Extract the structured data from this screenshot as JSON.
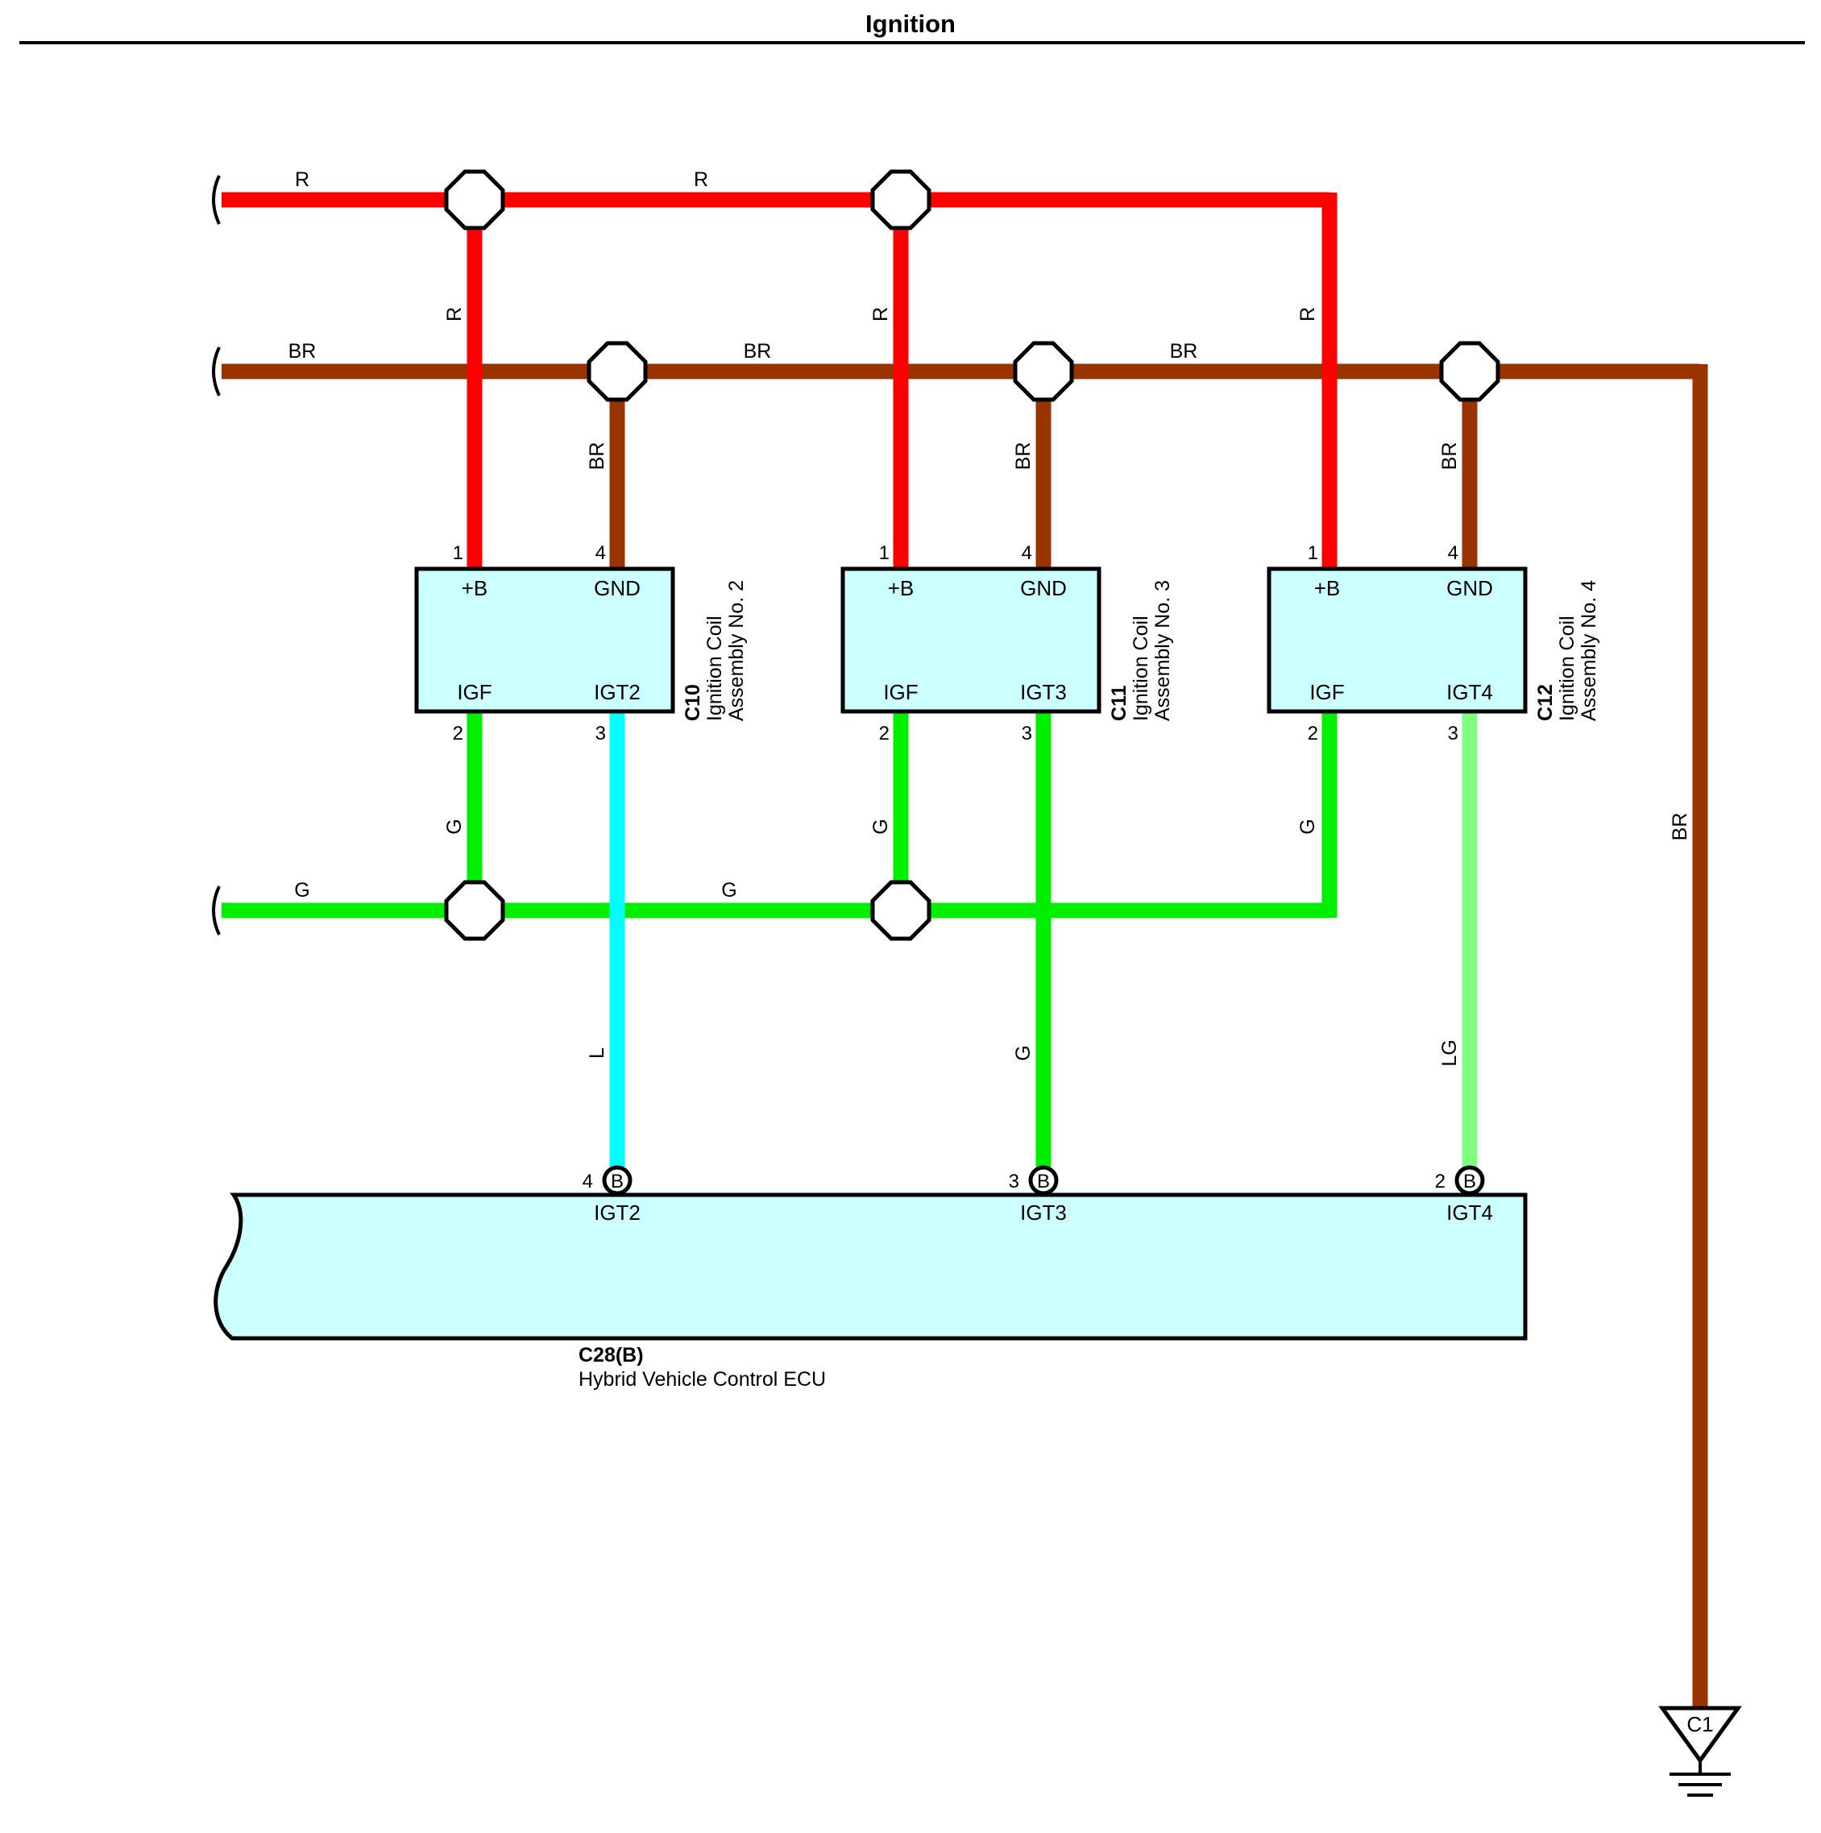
{
  "title": "Ignition",
  "colors": {
    "R": "#ff0000",
    "BR": "#993300",
    "G": "#00ee00",
    "L": "#00ffff",
    "LG": "#80ff80",
    "component_fill": "#ccffff"
  },
  "wires": {
    "top_r": "R",
    "top_r2": "R",
    "top_br": "BR",
    "top_br2": "BR",
    "top_br3": "BR",
    "g_bus": "G",
    "g_bus2": "G",
    "coil2_b": "R",
    "coil2_gnd": "BR",
    "coil2_igf": "G",
    "coil2_igt": "L",
    "coil3_b": "R",
    "coil3_gnd": "BR",
    "coil3_igf": "G",
    "coil3_igt": "G",
    "coil4_b": "R",
    "coil4_gnd": "BR",
    "coil4_igf": "G",
    "coil4_igt": "LG",
    "ground_br": "BR"
  },
  "coils": [
    {
      "id": "C10",
      "name_line1": "Ignition Coil",
      "name_line2": "Assembly No.  2",
      "terminals": {
        "b": "+B",
        "gnd": "GND",
        "igf": "IGF",
        "igt": "IGT2"
      },
      "pins": {
        "b": "1",
        "gnd": "4",
        "igf": "2",
        "igt": "3"
      }
    },
    {
      "id": "C11",
      "name_line1": "Ignition Coil",
      "name_line2": "Assembly No.  3",
      "terminals": {
        "b": "+B",
        "gnd": "GND",
        "igf": "IGF",
        "igt": "IGT3"
      },
      "pins": {
        "b": "1",
        "gnd": "4",
        "igf": "2",
        "igt": "3"
      }
    },
    {
      "id": "C12",
      "name_line1": "Ignition Coil",
      "name_line2": "Assembly No.  4",
      "terminals": {
        "b": "+B",
        "gnd": "GND",
        "igf": "IGF",
        "igt": "IGT4"
      },
      "pins": {
        "b": "1",
        "gnd": "4",
        "igf": "2",
        "igt": "3"
      }
    }
  ],
  "ecu": {
    "id": "C28(B)",
    "name": "Hybrid Vehicle Control ECU",
    "connector": "B",
    "terminals": [
      {
        "pin": "4",
        "label": "IGT2"
      },
      {
        "pin": "3",
        "label": "IGT3"
      },
      {
        "pin": "2",
        "label": "IGT4"
      }
    ]
  },
  "ground": {
    "label": "C1"
  }
}
